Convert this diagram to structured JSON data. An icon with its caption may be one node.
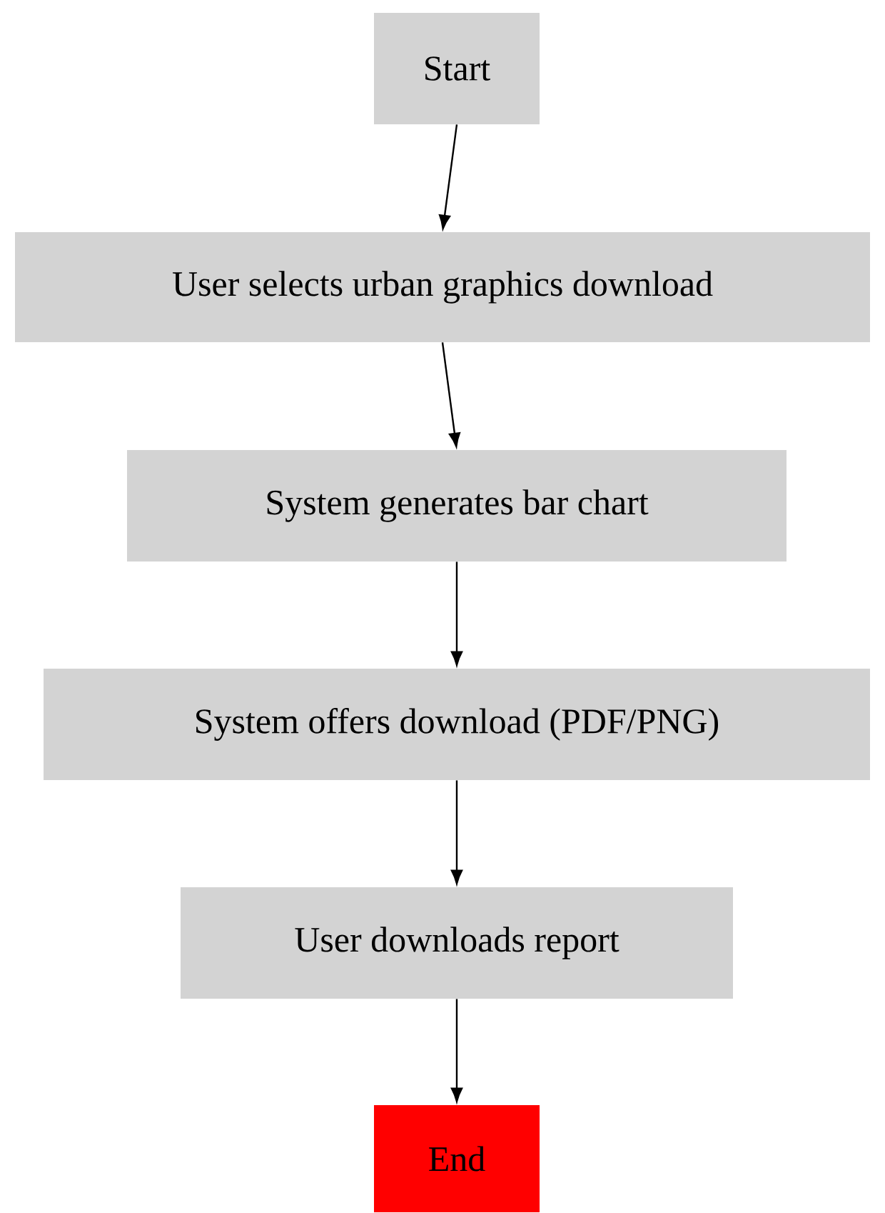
{
  "diagram": {
    "nodes": [
      {
        "text": [
          "Start"
        ]
      },
      {
        "text": [
          "User selects urban graphics download"
        ]
      },
      {
        "text": [
          "System generates bar chart"
        ]
      },
      {
        "text": [
          "System offers download (PDF/PNG)"
        ]
      },
      {
        "text": [
          "User downloads report"
        ]
      },
      {
        "text": [
          "End"
        ]
      }
    ],
    "edges": [
      {
        "from": 0,
        "to": 1,
        "arrow": "to"
      },
      {
        "from": 1,
        "to": 2,
        "arrow": "to"
      },
      {
        "from": 2,
        "to": 3,
        "arrow": "to"
      },
      {
        "from": 3,
        "to": 4,
        "arrow": "to"
      },
      {
        "from": 4,
        "to": 5,
        "arrow": "to"
      }
    ]
  }
}
